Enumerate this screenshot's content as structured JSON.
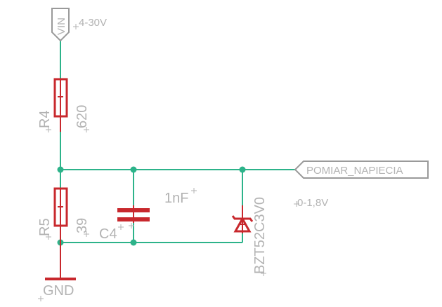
{
  "schematic": {
    "vin_port": {
      "label": "VIN",
      "voltage": "4-30V"
    },
    "output_port": {
      "label": "POMIAR_NAPIECIA",
      "voltage": "0-1,8V"
    },
    "r4": {
      "name": "R4",
      "value": "620"
    },
    "r5": {
      "name": "R5",
      "value": "39"
    },
    "c4": {
      "name": "C4",
      "value": "1nF"
    },
    "zener": {
      "name": "BZT52C3V0"
    },
    "ground": {
      "label": "GND"
    }
  },
  "colors": {
    "wire": "#2db38a",
    "component": "#c8282d",
    "label": "#b3b3b3",
    "port_outline": "#9a9a9a"
  }
}
